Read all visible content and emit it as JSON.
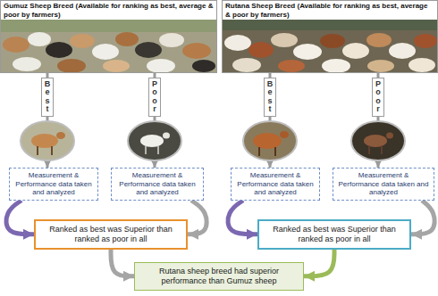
{
  "diagram": {
    "nodes": [
      {
        "text": [
          "Gumuz Sheep Breed (Available for ranking as best, average & poor by farmers)"
        ]
      },
      {
        "text": [
          "Rutana Sheep Breed (Available for ranking as best, average & poor by farmers)"
        ]
      },
      {
        "text": [
          "Measurement & Performance data taken and analyzed"
        ]
      },
      {
        "text": [
          "Measurement & Performance data taken and analyzed"
        ]
      },
      {
        "text": [
          "Measurement & Performance data taken and analyzed"
        ]
      },
      {
        "text": [
          "Measurement & Performance data taken and analyzed"
        ]
      },
      {
        "text": [
          "Ranked as best was Superior than ranked as poor in all"
        ]
      },
      {
        "text": [
          "Ranked as best was Superior than ranked as poor in all"
        ]
      },
      {
        "text": [
          "Rutana sheep breed had superior performance than Gumuz sheep"
        ]
      }
    ],
    "edges": [
      {
        "from": 0,
        "to": 2,
        "label": "Best",
        "arrow": "to"
      },
      {
        "from": 0,
        "to": 3,
        "label": "Poor",
        "arrow": "to"
      },
      {
        "from": 1,
        "to": 4,
        "label": "Best",
        "arrow": "to"
      },
      {
        "from": 1,
        "to": 5,
        "label": "Poor",
        "arrow": "to"
      },
      {
        "from": 2,
        "to": 6,
        "arrow": "to"
      },
      {
        "from": 3,
        "to": 6,
        "arrow": "to"
      },
      {
        "from": 4,
        "to": 7,
        "arrow": "to"
      },
      {
        "from": 5,
        "to": 7,
        "arrow": "to"
      },
      {
        "from": 6,
        "to": 8,
        "arrow": "to"
      },
      {
        "from": 7,
        "to": 8,
        "arrow": "to"
      }
    ]
  }
}
